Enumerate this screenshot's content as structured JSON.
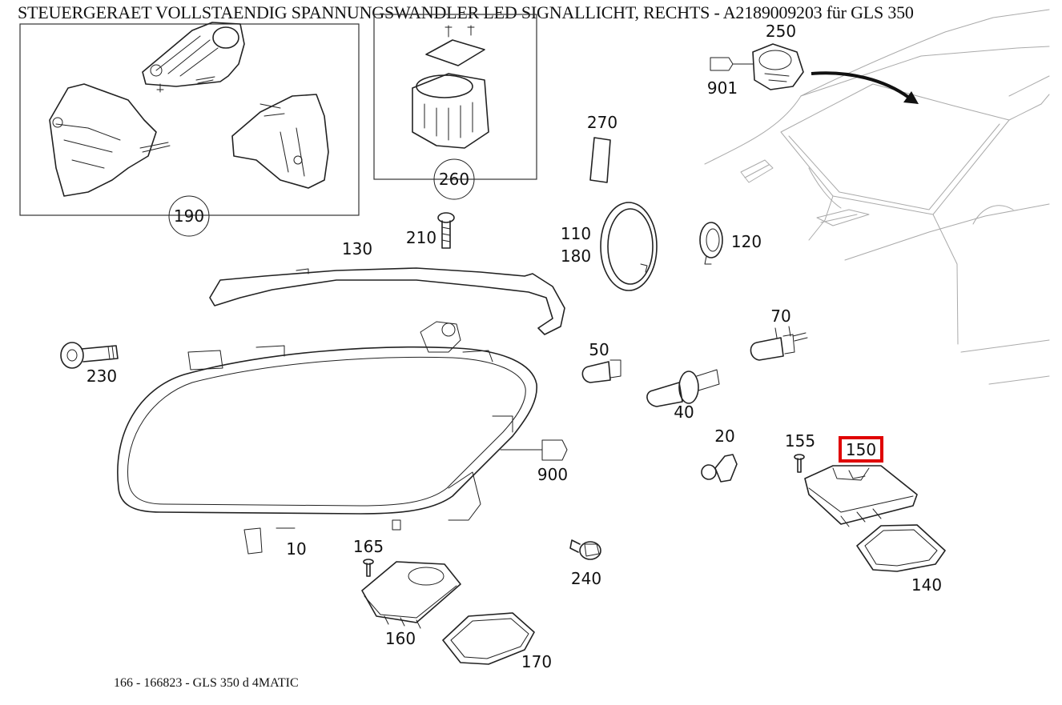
{
  "title": "STEUERGERAET VOLLSTAENDIG SPANNUNGSWANDLER LED SIGNALLICHT, RECHTS - A2189009203 für GLS 350",
  "footer": "166 - 166823 - GLS 350 d 4MATIC",
  "highlighted_part": "150",
  "highlight_color": "#e00000",
  "parts": {
    "p10": "10",
    "p20": "20",
    "p40": "40",
    "p50": "50",
    "p70": "70",
    "p110": "110",
    "p120": "120",
    "p130": "130",
    "p140": "140",
    "p150": "150",
    "p155": "155",
    "p160": "160",
    "p165": "165",
    "p170": "170",
    "p180": "180",
    "p190": "190",
    "p210": "210",
    "p230": "230",
    "p240": "240",
    "p250": "250",
    "p260": "260",
    "p270": "270",
    "p900": "900",
    "p901": "901"
  }
}
